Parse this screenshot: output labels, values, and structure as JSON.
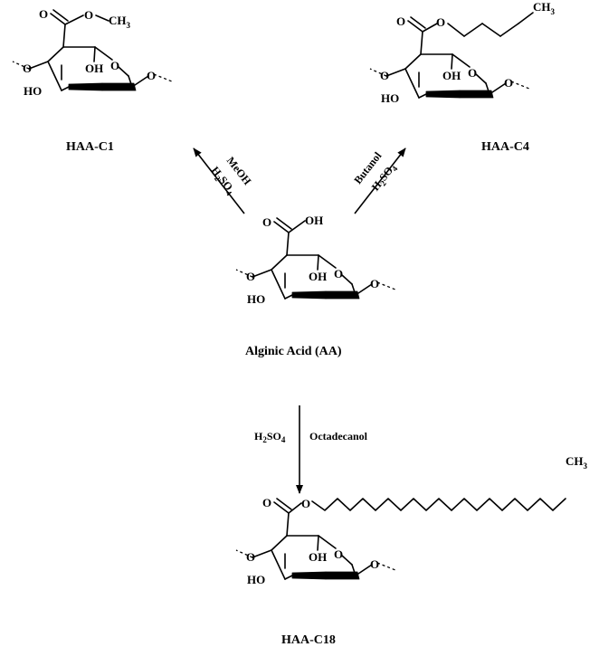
{
  "compounds": {
    "top_left": {
      "name": "HAA-C1",
      "ester_alkyl": "CH3"
    },
    "top_right": {
      "name": "HAA-C4",
      "ester_alkyl": "CH3"
    },
    "center": {
      "name": "Alginic Acid (AA)",
      "acid_group": "OH"
    },
    "bottom": {
      "name": "HAA-C18",
      "ester_alkyl": "CH3"
    }
  },
  "atoms": {
    "ring_oxygen": "O",
    "hydroxyl_ring": "OH",
    "hydroxyl_left": "HO",
    "carbonyl_o": "O",
    "ester_o": "O",
    "linkage_o": "O"
  },
  "reactions": {
    "to_c1": {
      "reagent_top": "MeOH",
      "reagent_bottom_base": "H",
      "sub1": "2",
      "mid": "SO",
      "sub2": "4"
    },
    "to_c4": {
      "reagent_top": "Butanol",
      "reagent_bottom_base": "H",
      "sub1": "2",
      "mid": "SO",
      "sub2": "4"
    },
    "to_c18": {
      "reagent_left_base": "H",
      "sub1": "2",
      "mid": "SO",
      "sub2": "4",
      "reagent_right": "Octadecanol"
    }
  }
}
